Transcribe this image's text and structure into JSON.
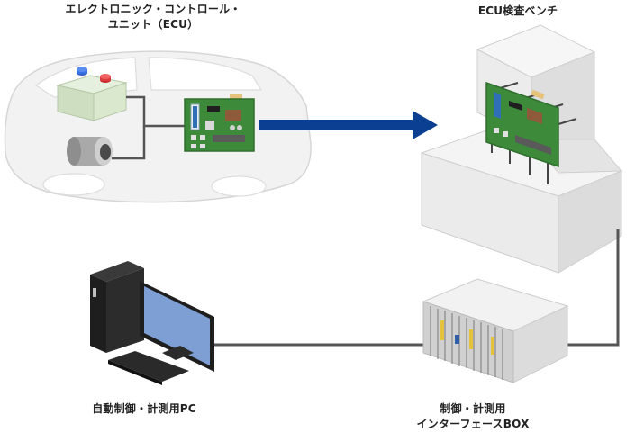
{
  "labels": {
    "ecu_line1": "エレクトロニック・コントロール・",
    "ecu_line2": "ユニット（ECU）",
    "bench": "ECU検査ベンチ",
    "pc": "自動制御・計測用PC",
    "box_line1": "制御・計測用",
    "box_line2": "インターフェースBOX"
  },
  "colors": {
    "arrow": "#0b3f91",
    "pcb": "#3c8a3a",
    "pcb_dark": "#2e6f2d",
    "monitor_screen": "#7d9fd3",
    "cable": "#555555",
    "bench_light": "#f1f1f1",
    "bench_shade": "#dcdcdc",
    "car_fill": "#f2f2f2"
  }
}
